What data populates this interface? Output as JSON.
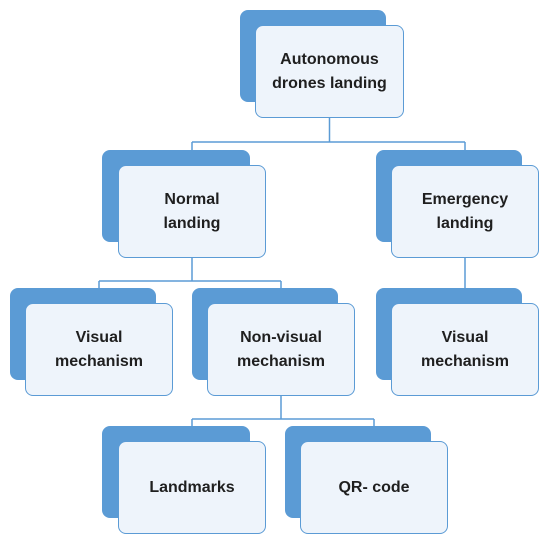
{
  "diagram": {
    "nodes": {
      "root": {
        "label": "Autonomous\ndrones landing"
      },
      "normal": {
        "label": "Normal\nlanding"
      },
      "emergency": {
        "label": "Emergency\nlanding"
      },
      "normal_visual": {
        "label": "Visual\nmechanism"
      },
      "non_visual": {
        "label": "Non-visual\nmechanism"
      },
      "emergency_visual": {
        "label": "Visual\nmechanism"
      },
      "landmarks": {
        "label": "Landmarks"
      },
      "qr_code": {
        "label": "QR- code"
      }
    },
    "edges": [
      {
        "from": "root",
        "to": "normal"
      },
      {
        "from": "root",
        "to": "emergency"
      },
      {
        "from": "normal",
        "to": "normal_visual"
      },
      {
        "from": "normal",
        "to": "non_visual"
      },
      {
        "from": "emergency",
        "to": "emergency_visual"
      },
      {
        "from": "non_visual",
        "to": "landmarks"
      },
      {
        "from": "non_visual",
        "to": "qr_code"
      }
    ],
    "colors": {
      "node_back": "#5b9bd5",
      "node_front": "#eef4fb",
      "node_border": "#5b9bd5",
      "connector": "#5b9bd5",
      "text": "#1f1f1f"
    }
  }
}
